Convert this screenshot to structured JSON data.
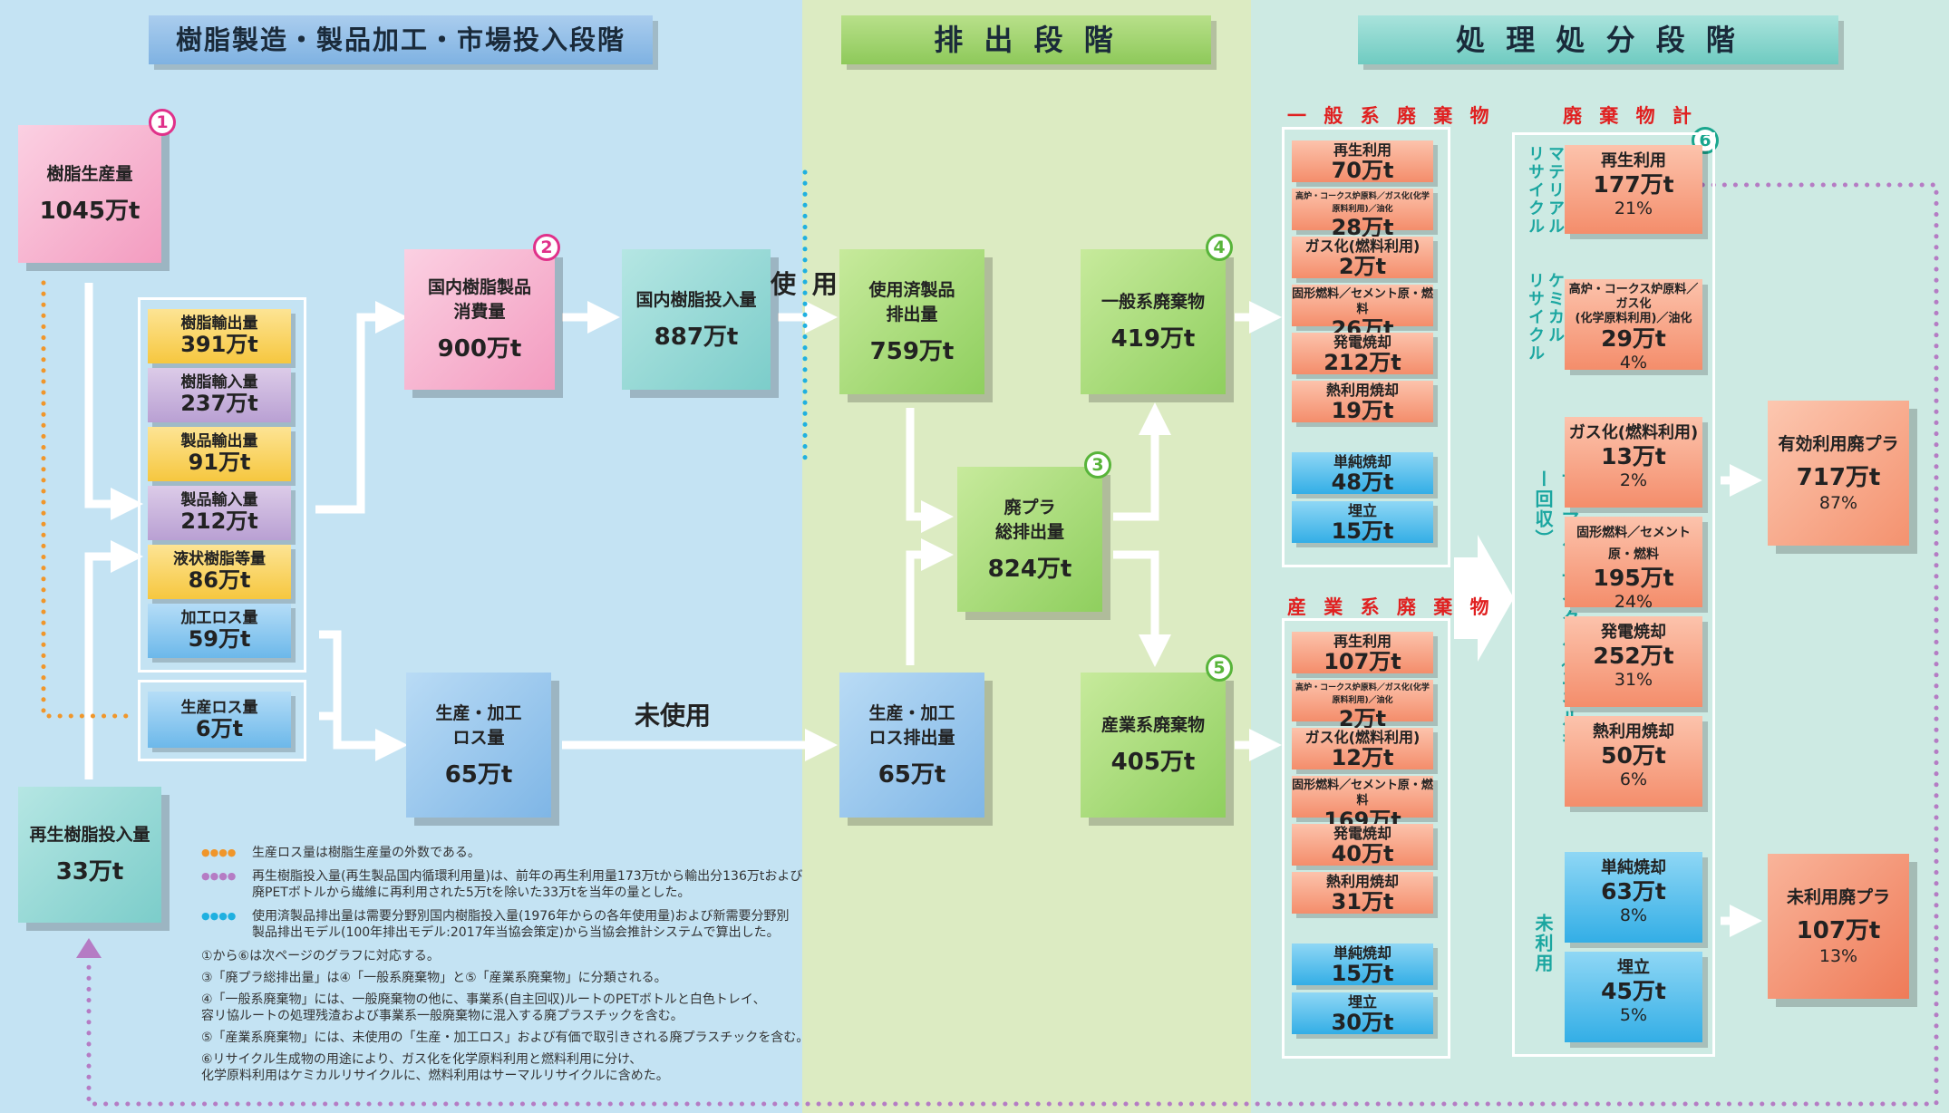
{
  "stages": {
    "s1": "樹脂製造・製品加工・市場投入段階",
    "s2": "排 出 段 階",
    "s3": "処 理 処 分 段 階"
  },
  "nodes": {
    "resin_prod": {
      "label": "樹脂生産量",
      "value": "1045万t",
      "badge": "1"
    },
    "domestic_cons": {
      "label": "国内樹脂製品\n消費量",
      "value": "900万t",
      "badge": "2"
    },
    "domestic_input": {
      "label": "国内樹脂投入量",
      "value": "887万t"
    },
    "used_disch": {
      "label": "使用済製品\n排出量",
      "value": "759万t"
    },
    "total_waste": {
      "label": "廃プラ\n総排出量",
      "value": "824万t",
      "badge": "3"
    },
    "general_waste": {
      "label": "一般系廃棄物",
      "value": "419万t",
      "badge": "4"
    },
    "industrial_waste": {
      "label": "産業系廃棄物",
      "value": "405万t",
      "badge": "5"
    },
    "prod_loss": {
      "label": "生産・加工\nロス量",
      "value": "65万t"
    },
    "prod_loss_disch": {
      "label": "生産・加工\nロス排出量",
      "value": "65万t"
    },
    "recycled_input": {
      "label": "再生樹脂投入量",
      "value": "33万t"
    },
    "effective": {
      "label": "有効利用廃プラ",
      "value": "717万t",
      "pct": "87%"
    },
    "unused": {
      "label": "未利用廃プラ",
      "value": "107万t",
      "pct": "13%"
    }
  },
  "flow_labels": {
    "use": "使 用",
    "unuse": "未使用"
  },
  "trade": [
    {
      "label": "樹脂輸出量",
      "value": "391万t",
      "color": "yellow"
    },
    {
      "label": "樹脂輸入量",
      "value": "237万t",
      "color": "lav"
    },
    {
      "label": "製品輸出量",
      "value": "91万t",
      "color": "yellow"
    },
    {
      "label": "製品輸入量",
      "value": "212万t",
      "color": "lav"
    },
    {
      "label": "液状樹脂等量",
      "value": "86万t",
      "color": "yellow"
    },
    {
      "label": "加工ロス量",
      "value": "59万t",
      "color": "lblue"
    }
  ],
  "prod_loss_small": {
    "label": "生産ロス量",
    "value": "6万t"
  },
  "general": {
    "title": "一 般 系 廃 棄 物",
    "items": [
      {
        "label": "再生利用",
        "value": "70万t"
      },
      {
        "label": "高炉・コークス炉原料／ガス化(化学原料利用)／油化",
        "value": "28万t",
        "tiny": true
      },
      {
        "label": "ガス化(燃料利用)",
        "value": "2万t"
      },
      {
        "label": "固形燃料／セメント原・燃料",
        "value": "26万t"
      },
      {
        "label": "発電焼却",
        "value": "212万t"
      },
      {
        "label": "熱利用焼却",
        "value": "19万t"
      },
      {
        "label": "単純焼却",
        "value": "48万t",
        "blue": true
      },
      {
        "label": "埋立",
        "value": "15万t",
        "blue": true
      }
    ]
  },
  "industrial": {
    "title": "産 業 系 廃 棄 物",
    "items": [
      {
        "label": "再生利用",
        "value": "107万t"
      },
      {
        "label": "高炉・コークス炉原料／ガス化(化学原料利用)／油化",
        "value": "2万t",
        "tiny": true
      },
      {
        "label": "ガス化(燃料利用)",
        "value": "12万t"
      },
      {
        "label": "固形燃料／セメント原・燃料",
        "value": "169万t"
      },
      {
        "label": "発電焼却",
        "value": "40万t"
      },
      {
        "label": "熱利用焼却",
        "value": "31万t"
      },
      {
        "label": "単純焼却",
        "value": "15万t",
        "blue": true
      },
      {
        "label": "埋立",
        "value": "30万t",
        "blue": true
      }
    ]
  },
  "total": {
    "title": "廃 棄 物 計",
    "badge": "6",
    "cat_material": "マテリアル\nリサイクル",
    "cat_chemical": "ケミカル\nリサイクル",
    "cat_thermal": "サーマルリサイクル（エネルギー回収）",
    "cat_unused": "未利用",
    "items": [
      {
        "label": "再生利用",
        "value": "177万t",
        "pct": "21%"
      },
      {
        "label": "高炉・コークス炉原料／ガス化\n(化学原料利用)／油化",
        "value": "29万t",
        "pct": "4%",
        "tiny": true
      },
      {
        "label": "ガス化(燃料利用)",
        "value": "13万t",
        "pct": "2%"
      },
      {
        "label": "固形燃料／セメント原・燃料",
        "value": "195万t",
        "pct": "24%",
        "small": true
      },
      {
        "label": "発電焼却",
        "value": "252万t",
        "pct": "31%"
      },
      {
        "label": "熱利用焼却",
        "value": "50万t",
        "pct": "6%"
      },
      {
        "label": "単純焼却",
        "value": "63万t",
        "pct": "8%",
        "blue": true
      },
      {
        "label": "埋立",
        "value": "45万t",
        "pct": "5%",
        "blue": true
      }
    ]
  },
  "notes": [
    {
      "mark": "●●●●",
      "color": "#f0962a",
      "text": "生産ロス量は樹脂生産量の外数である。"
    },
    {
      "mark": "●●●●",
      "color": "#b57cc4",
      "text": "再生樹脂投入量(再生製品国内循環利用量)は、前年の再生利用量173万tから輸出分136万tおよび\n廃PETボトルから繊維に再利用された5万tを除いた33万tを当年の量とした。"
    },
    {
      "mark": "●●●●",
      "color": "#1fb0e0",
      "text": "使用済製品排出量は需要分野別国内樹脂投入量(1976年からの各年使用量)および新需要分野別\n製品排出モデル(100年排出モデル:2017年当協会策定)から当協会推計システムで算出した。"
    },
    {
      "mark": "",
      "color": "#333",
      "text": "①から⑥は次ページのグラフに対応する。"
    },
    {
      "mark": "",
      "color": "#333",
      "text": "③「廃プラ総排出量」は④「一般系廃棄物」と⑤「産業系廃棄物」に分類される。"
    },
    {
      "mark": "",
      "color": "#333",
      "text": "④「一般系廃棄物」には、一般廃棄物の他に、事業系(自主回収)ルートのPETボトルと白色トレイ、\n容リ協ルートの処理残渣および事業系一般廃棄物に混入する廃プラスチックを含む。"
    },
    {
      "mark": "",
      "color": "#333",
      "text": "⑤「産業系廃棄物」には、未使用の「生産・加工ロス」および有価で取引きされる廃プラスチックを含む。"
    },
    {
      "mark": "",
      "color": "#333",
      "text": "⑥リサイクル生成物の用途により、ガス化を化学原料利用と燃料利用に分け、\n化学原料利用はケミカルリサイクルに、燃料利用はサーマルリサイクルに含めた。"
    }
  ]
}
